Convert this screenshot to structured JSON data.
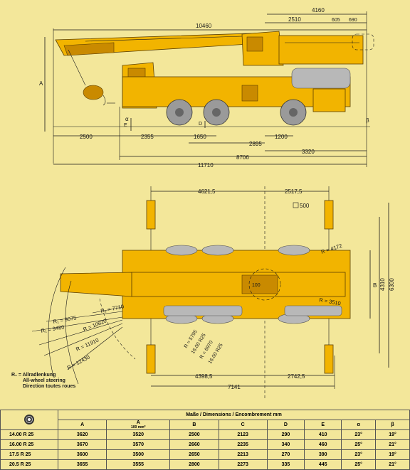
{
  "side_view": {
    "dims": {
      "d4160": "4160",
      "d2510": "2510",
      "d605": "605",
      "d690": "690",
      "d10460": "10460",
      "a": "A",
      "alpha": "α",
      "beta": "β",
      "e": "E",
      "d": "D",
      "d2500": "2500",
      "d2355": "2355",
      "d1650": "1650",
      "d1200": "1200",
      "d2895": "2895",
      "d3320": "3320",
      "d8706": "8706",
      "d11710": "11710"
    }
  },
  "top_view": {
    "dims": {
      "d4621": "4621,5",
      "d2517": "2517,5",
      "d500": "500",
      "d4172": "R = 4172",
      "d100": "100",
      "b": "B",
      "d3510": "R = 3510",
      "d4310": "4310",
      "d6300": "6300",
      "r7710": "R₁ = 7710",
      "r9075": "R₁ = 9075",
      "r10820": "R = 10820",
      "r9480": "R₁ = 9480",
      "r11910": "R = 11910",
      "r12430": "R = 12430",
      "r5795": "R = 5795",
      "r16a": "16.00 R25",
      "r6970": "R = 6970",
      "r16b": "16.00 R25",
      "d4398": "4398,5",
      "d2742": "2742,5",
      "d7141": "7141"
    }
  },
  "legend": {
    "line1": "R₁ = Allradlenkung",
    "line2": "All-wheel steering",
    "line3": "Direction toutes roues"
  },
  "table": {
    "caption": "Maße / Dimensions / Encombrement mm",
    "headers": [
      "A",
      "A",
      "B",
      "C",
      "D",
      "E",
      "α",
      "β"
    ],
    "header_sub": "100 mm*",
    "rows": [
      {
        "label": "14.00 R 25",
        "values": [
          "3620",
          "3520",
          "2500",
          "2123",
          "290",
          "410",
          "23°",
          "19°"
        ]
      },
      {
        "label": "16.00 R 25",
        "values": [
          "3670",
          "3570",
          "2660",
          "2235",
          "340",
          "460",
          "25°",
          "21°"
        ]
      },
      {
        "label": "17.5 R 25",
        "values": [
          "3600",
          "3500",
          "2650",
          "2213",
          "270",
          "390",
          "23°",
          "19°"
        ]
      },
      {
        "label": "20.5 R 25",
        "values": [
          "3655",
          "3555",
          "2800",
          "2273",
          "335",
          "445",
          "25°",
          "21°"
        ]
      }
    ]
  },
  "colors": {
    "background": "#f3e79a",
    "crane": "#f2b400",
    "ink": "#1a1a1a"
  }
}
